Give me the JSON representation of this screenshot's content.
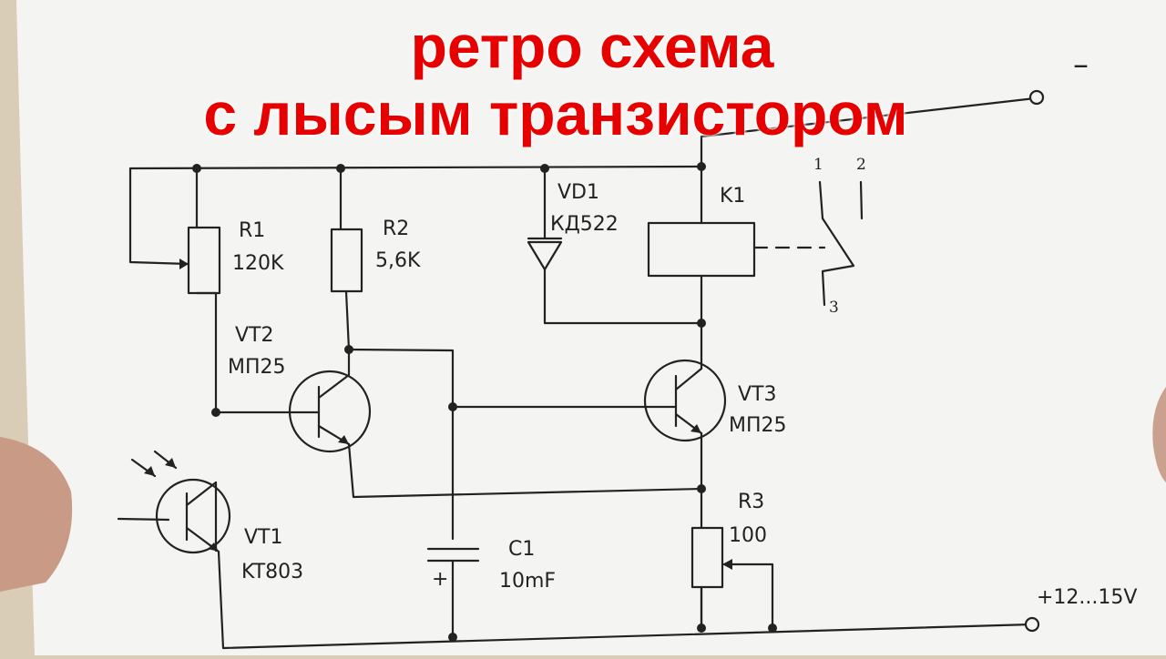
{
  "title": {
    "line1": "ретро схема",
    "line2": "с лысым транзистором"
  },
  "colors": {
    "title": "#e60000",
    "paper": "#f4f4f2",
    "ink": "#222222"
  },
  "terminals": {
    "negative": "–",
    "positive": "+12...15V"
  },
  "components": {
    "r1": {
      "ref": "R1",
      "value": "120K"
    },
    "r2": {
      "ref": "R2",
      "value": "5,6K"
    },
    "r3": {
      "ref": "R3",
      "value": "100"
    },
    "vd1": {
      "ref": "VD1",
      "value": "КД522"
    },
    "k1": {
      "ref": "K1"
    },
    "vt1": {
      "ref": "VT1",
      "value": "KT803"
    },
    "vt2": {
      "ref": "VT2",
      "value": "МП25"
    },
    "vt3": {
      "ref": "VT3",
      "value": "МП25"
    },
    "c1": {
      "ref": "C1",
      "value": "10mF",
      "polarity": "+"
    }
  },
  "relay_contacts": {
    "pin1": "1",
    "pin2": "2",
    "pin3": "3"
  }
}
